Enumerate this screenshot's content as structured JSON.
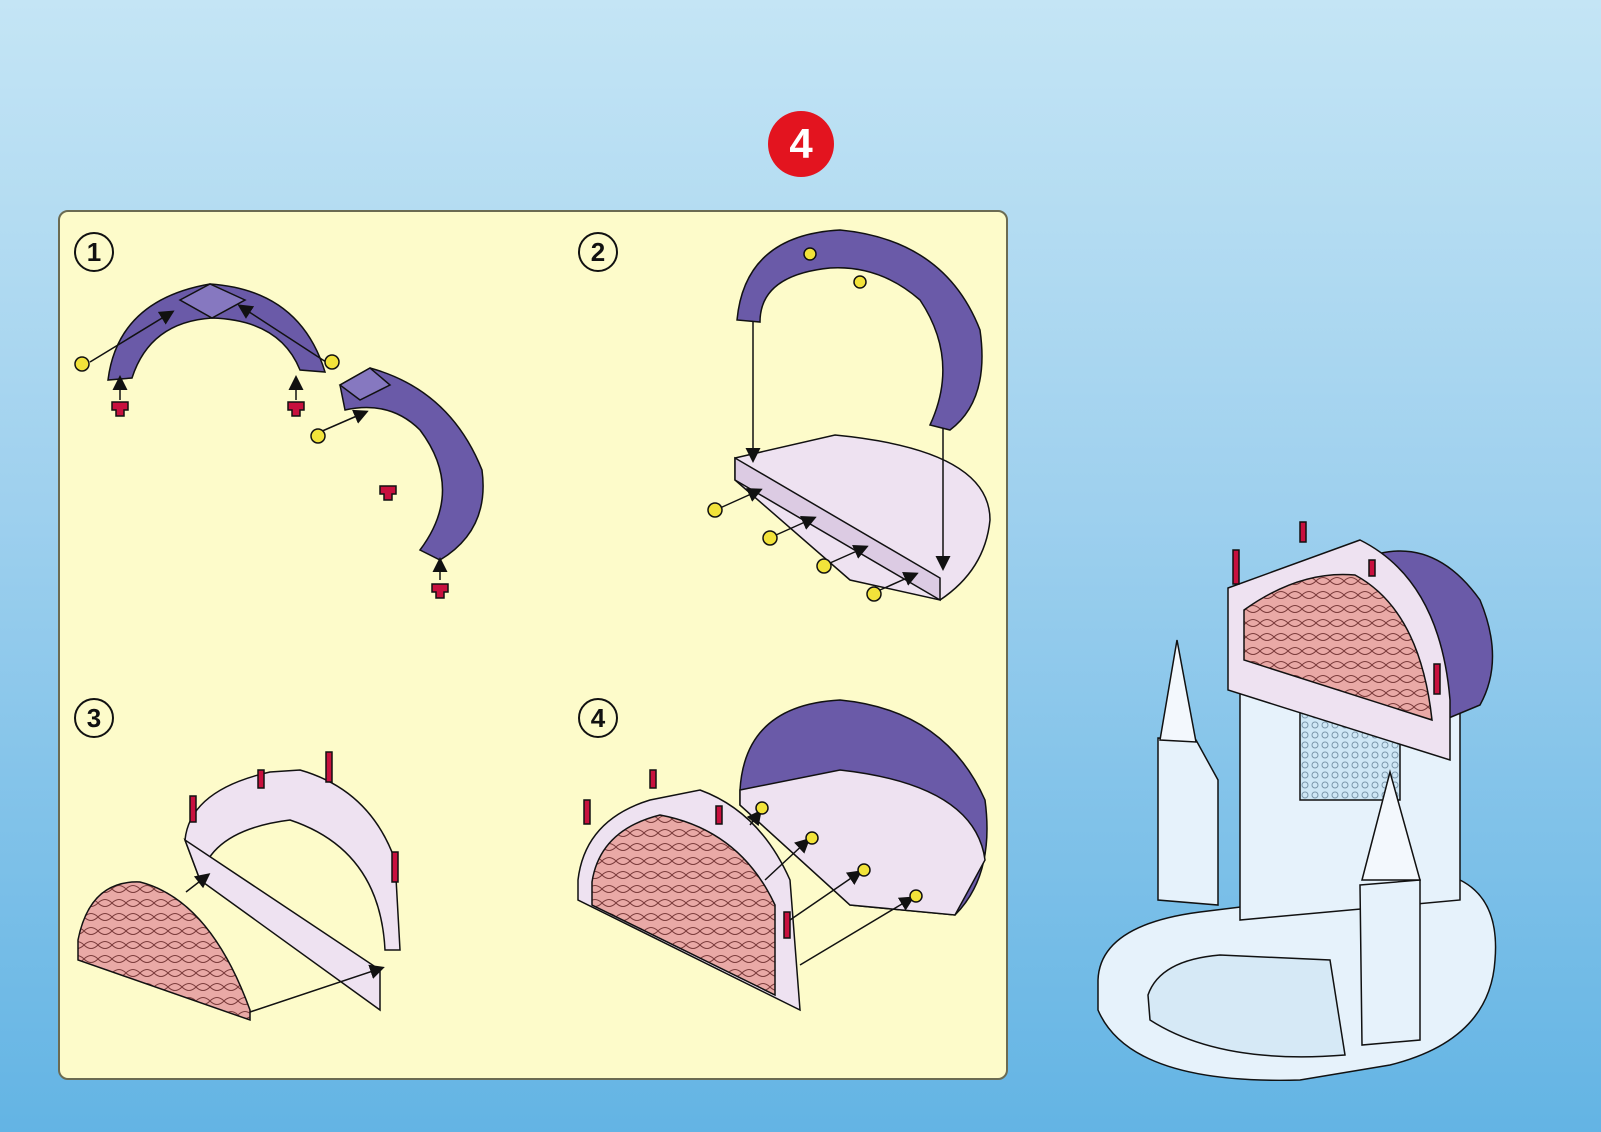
{
  "step_number": "4",
  "substeps": [
    "1",
    "2",
    "3",
    "4"
  ],
  "colors": {
    "background_top": "#c4e5f5",
    "background_bottom": "#63b4e4",
    "badge": "#e3141f",
    "panel": "#fdfbca",
    "roof": "#6a5aa8",
    "wall_pink": "#eee2f1",
    "grille": "#e9a9a6",
    "tower_white": "#e6f2fb",
    "peg_yellow": "#f2e33a",
    "peg_red": "#c8103e"
  },
  "icons": [
    "step-number-badge",
    "substep-number-badge",
    "arrow-icon",
    "peg-icon"
  ]
}
